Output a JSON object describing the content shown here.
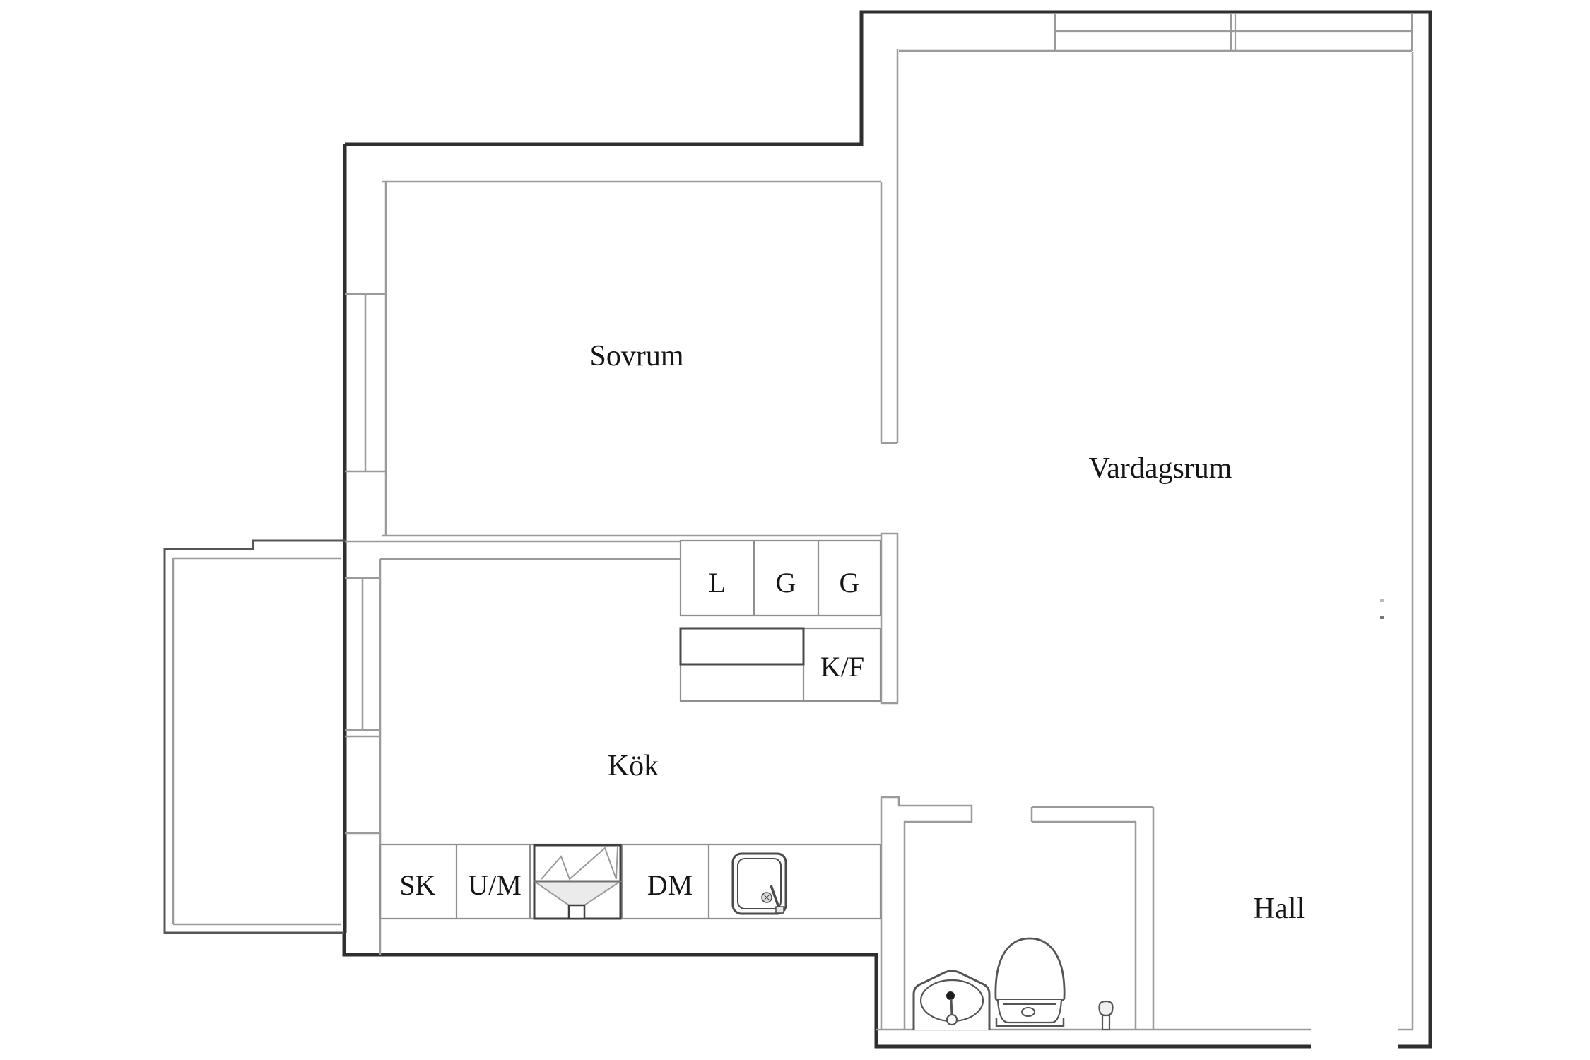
{
  "title": "apartment-floor-plan",
  "rooms": {
    "bedroom": "Sovrum",
    "living_room": "Vardagsrum",
    "kitchen": "Kök",
    "hall": "Hall"
  },
  "kitchen_units": {
    "linen_cabinet": "L",
    "wardrobe_1": "G",
    "wardrobe_2": "G",
    "fridge_freezer": "K/F",
    "broom_cabinet": "SK",
    "washing_machine": "U/M",
    "dishwasher": "DM"
  },
  "icons": {
    "stove_hood": "stove-hood-icon",
    "kitchen_sink": "kitchen-sink-icon",
    "bathroom_sink": "bathroom-sink-icon",
    "toilet": "toilet-icon",
    "valve": "valve-icon",
    "window": "window-symbol",
    "wardrobe": "wardrobe-boxes",
    "balcony": "balcony-outline"
  },
  "colors": {
    "wall_dark": "#2f2f2f",
    "wall_medium": "#6f6f6f",
    "wall_light": "#9b9b9b",
    "cabinet_line": "#8f8f8f",
    "icon_dark": "#4a4a4a",
    "funnel_fill": "#ebebeb",
    "text": "#151515",
    "background": "#ffffff"
  }
}
